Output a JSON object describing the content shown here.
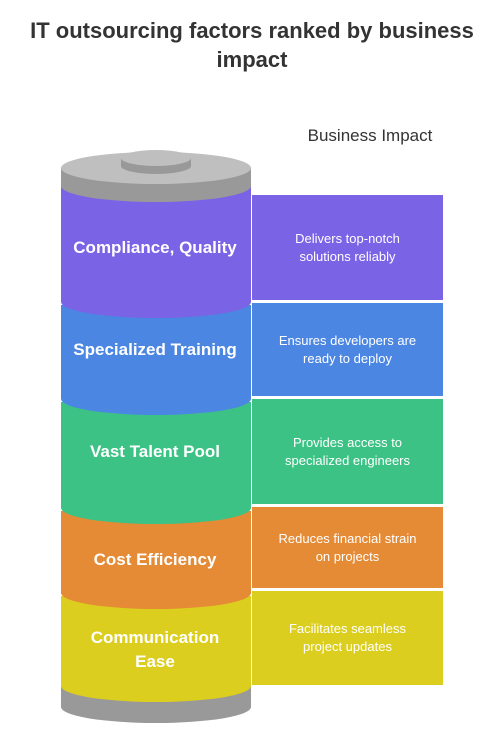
{
  "title": "IT outsourcing factors ranked by business impact",
  "column_header": "Business Impact",
  "layers": [
    {
      "label": "Compliance, Quality",
      "impact": "Delivers top-notch solutions reliably",
      "color": "#7B63E6",
      "box_color": "#7B63E6"
    },
    {
      "label": "Specialized Training",
      "impact": "Ensures developers are ready to deploy",
      "color": "#4B86E3",
      "box_color": "#4B86E3"
    },
    {
      "label": "Vast Talent Pool",
      "impact": "Provides access to specialized engineers",
      "color": "#3CC284",
      "box_color": "#3CC284"
    },
    {
      "label": "Cost Efficiency",
      "impact": "Reduces financial strain on projects",
      "color": "#E58A35",
      "box_color": "#E58A35"
    },
    {
      "label": "Communication Ease",
      "impact": "Facilitates seamless project updates",
      "color": "#DCCE1F",
      "box_color": "#DCCE1F"
    }
  ],
  "cap_color": "#BFBFBF",
  "base_color": "#999999"
}
